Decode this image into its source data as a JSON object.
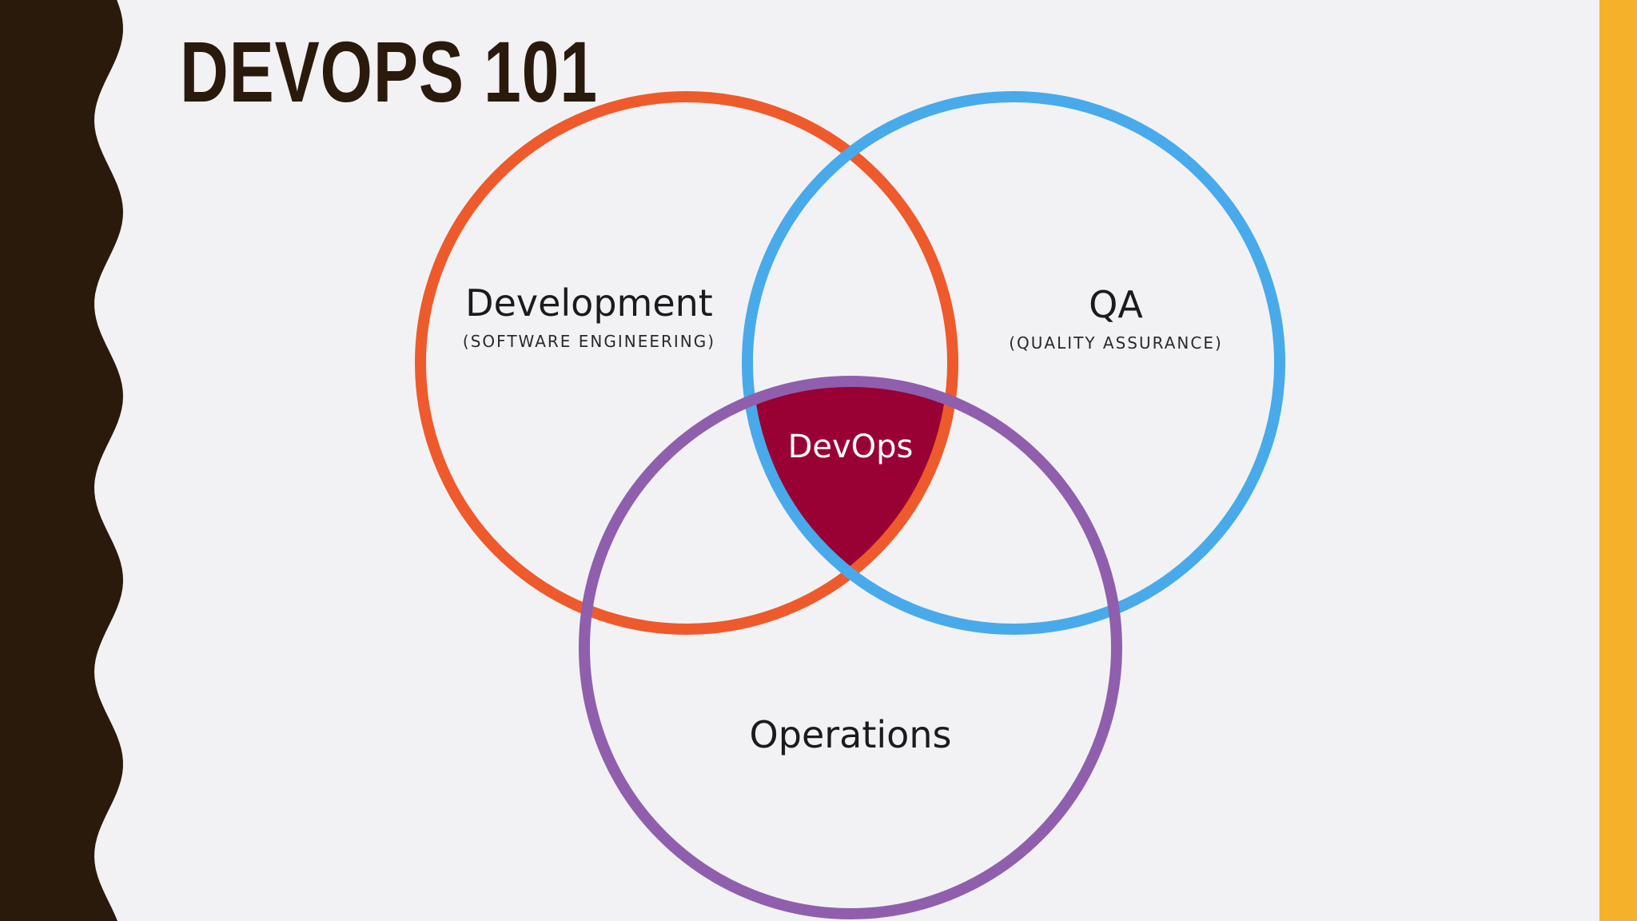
{
  "slide": {
    "title": "DEVOPS 101"
  },
  "colors": {
    "background": "#f2f2f4",
    "left_border": "#2a1a0c",
    "right_accent": "#f6b12b",
    "development_ring": "#ee5a2b",
    "qa_ring": "#48aaea",
    "operations_ring": "#8f5fae",
    "devops_fill": "#990033",
    "devops_text": "#ffffff"
  },
  "venn": {
    "development": {
      "label": "Development",
      "sublabel": "(SOFTWARE ENGINEERING)"
    },
    "qa": {
      "label": "QA",
      "sublabel": "(QUALITY ASSURANCE)"
    },
    "operations": {
      "label": "Operations"
    },
    "intersection": {
      "label": "DevOps"
    }
  }
}
